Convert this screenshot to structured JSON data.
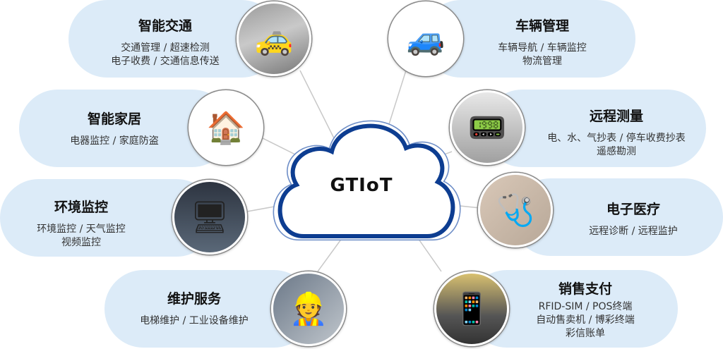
{
  "center": {
    "label": "GTIoT"
  },
  "colors": {
    "pill": "#dcebf8",
    "cloud_stroke": "#0d3d91",
    "line": "#c8c8c8"
  },
  "nodes": [
    {
      "title": "智能交通",
      "lines": [
        "交通管理 / 超速检测",
        "电子收费 / 交通信息传送"
      ],
      "icon": "traffic-photo"
    },
    {
      "title": "智能家居",
      "lines": [
        "电器监控 / 家庭防盗"
      ],
      "icon": "house-photo"
    },
    {
      "title": "环境监控",
      "lines": [
        "环境监控 / 天气监控",
        "视频监控"
      ],
      "icon": "monitor-wall-photo"
    },
    {
      "title": "维护服务",
      "lines": [
        "电梯维护 / 工业设备维护"
      ],
      "icon": "technician-photo"
    },
    {
      "title": "车辆管理",
      "lines": [
        "车辆导航 / 车辆监控",
        "物流管理"
      ],
      "icon": "car-photo"
    },
    {
      "title": "远程测量",
      "lines": [
        "电、水、气抄表 / 停车收费抄表",
        "遥感勘测"
      ],
      "icon": "meter-photo"
    },
    {
      "title": "电子医疗",
      "lines": [
        "远程诊断 / 远程监护"
      ],
      "icon": "blood-pressure-monitor-photo"
    },
    {
      "title": "销售支付",
      "lines": [
        "RFID-SIM / POS终端",
        "自动售卖机 / 博彩终端",
        "彩信账单"
      ],
      "icon": "pos-terminal-photo"
    }
  ]
}
